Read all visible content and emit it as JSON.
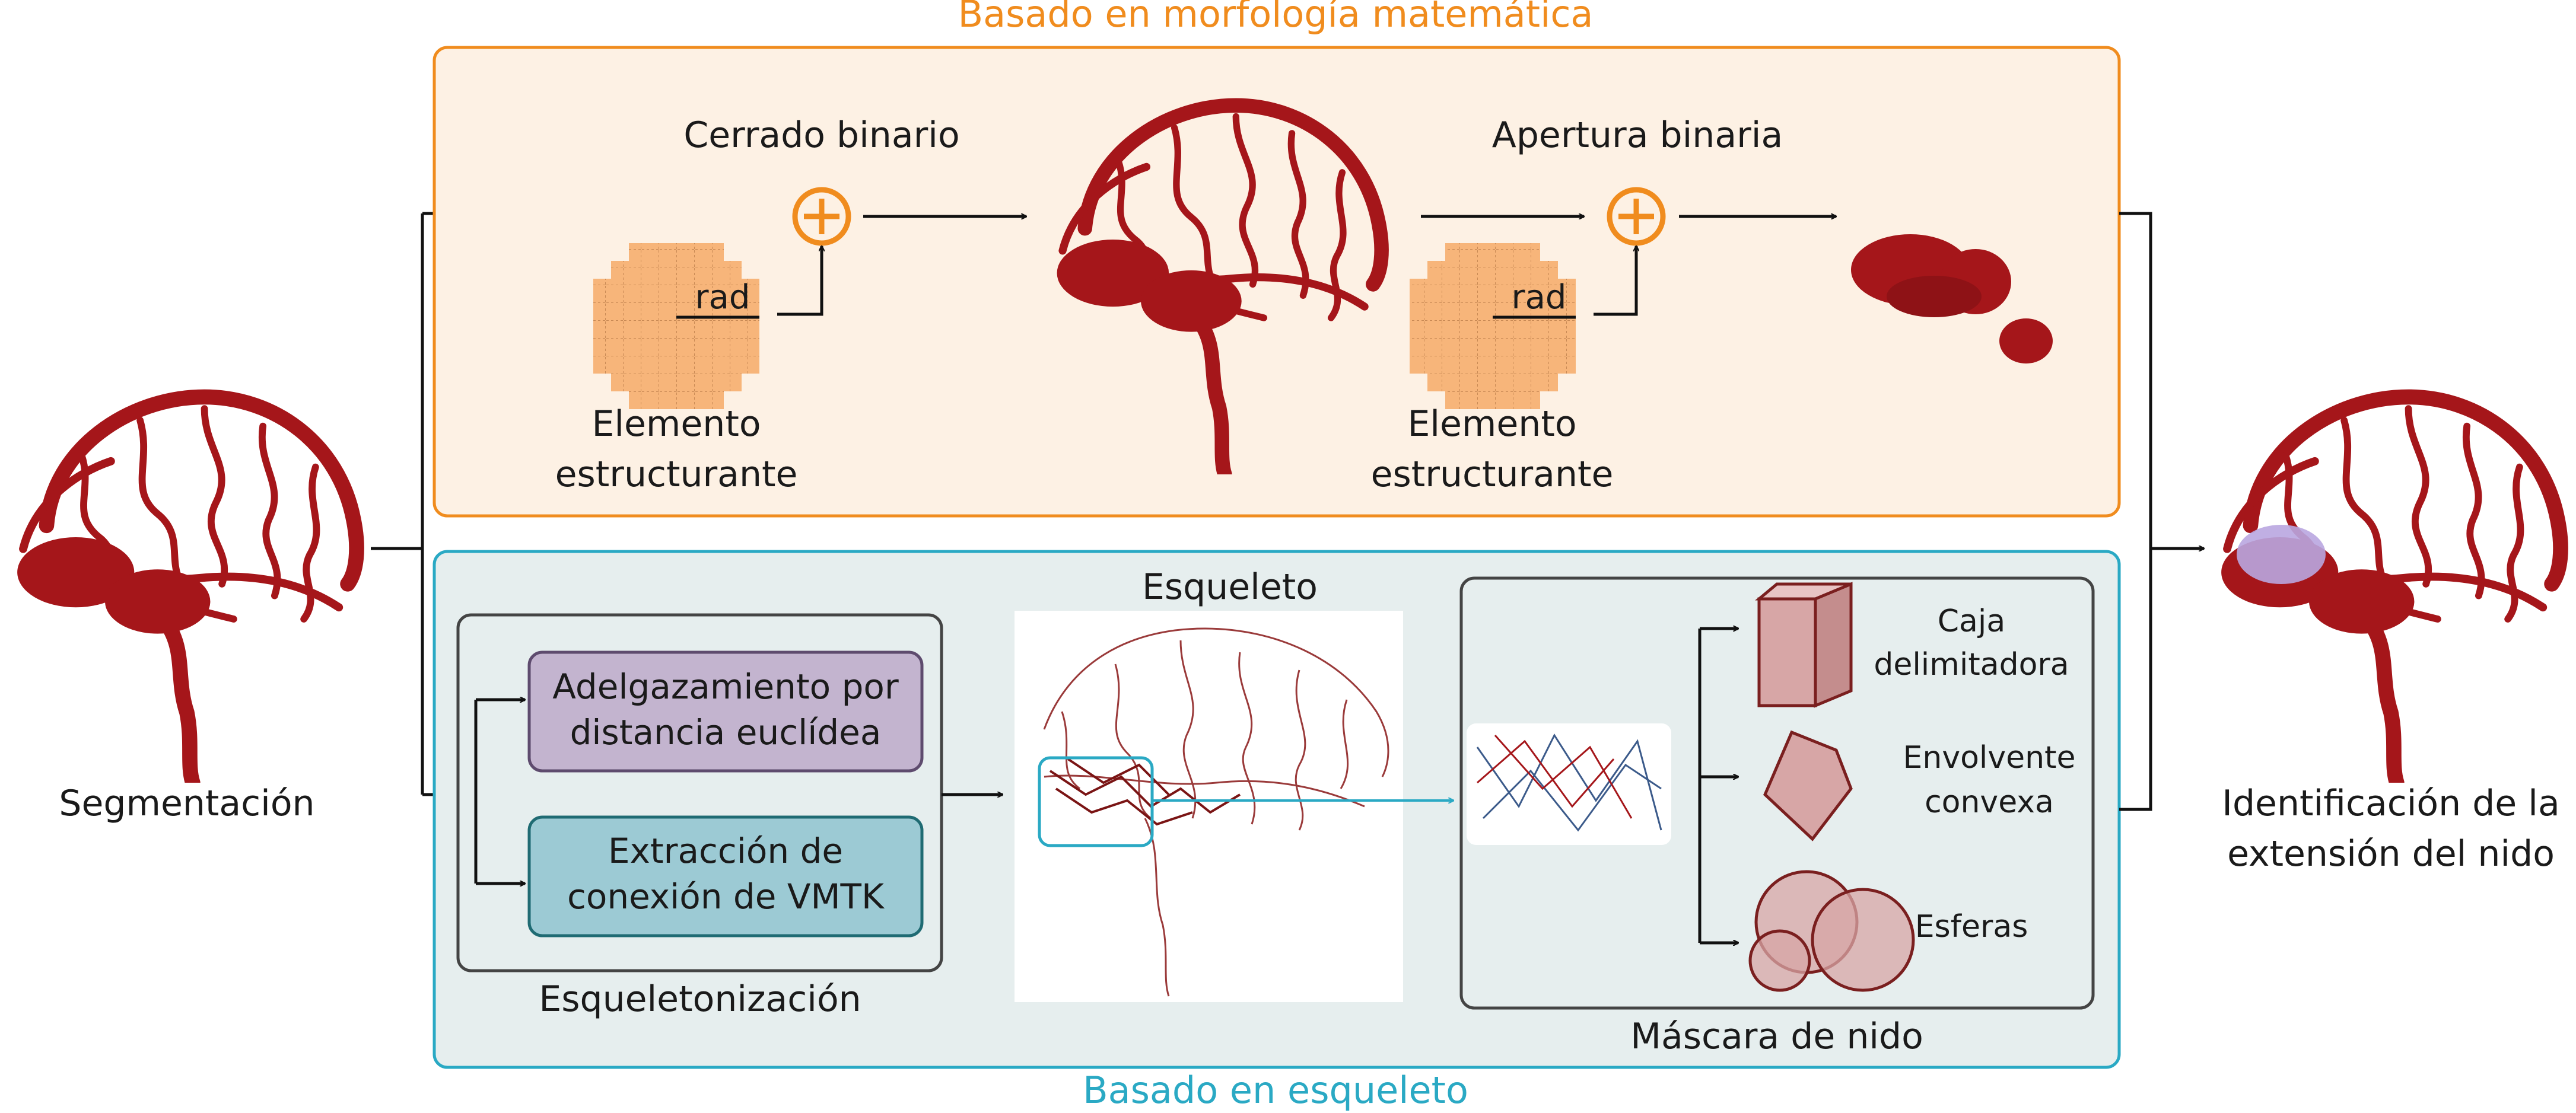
{
  "titles": {
    "morphology": "Basado en morfología matemática",
    "skeleton": "Basado en esqueleto"
  },
  "input": {
    "label": "Segmentación"
  },
  "output": {
    "line1": "Identificación de la",
    "line2": "extensión del nido"
  },
  "morphology": {
    "closing_label": "Cerrado binario",
    "opening_label": "Apertura binaria",
    "radius_label": "rad",
    "structuring_element_line1": "Elemento",
    "structuring_element_line2": "estructurante"
  },
  "skeletonization": {
    "title": "Esqueletonización",
    "method1_line1": "Adelgazamiento por",
    "method1_line2": "distancia euclídea",
    "method2_line1": "Extracción de",
    "method2_line2": "conexión de VMTK",
    "skeleton_label": "Esqueleto"
  },
  "nidus_mask": {
    "title": "Máscara de nido",
    "bbox_line1": "Caja",
    "bbox_line2": "delimitadora",
    "hull_line1": "Envolvente",
    "hull_line2": "convexa",
    "spheres": "Esferas"
  },
  "colors": {
    "orange": "#f08c1e",
    "orange_fill": "#fdf1e4",
    "teal": "#2aa9c4",
    "teal_fill": "#e6eeee",
    "vessel": "#a5161a",
    "purple_fill": "#c3b4cf",
    "teal_box_fill": "#9ccad4",
    "shape_fill": "#d7a6a6",
    "shape_stroke": "#7a1f1f",
    "nidus_overlay": "#b9a6e0"
  }
}
